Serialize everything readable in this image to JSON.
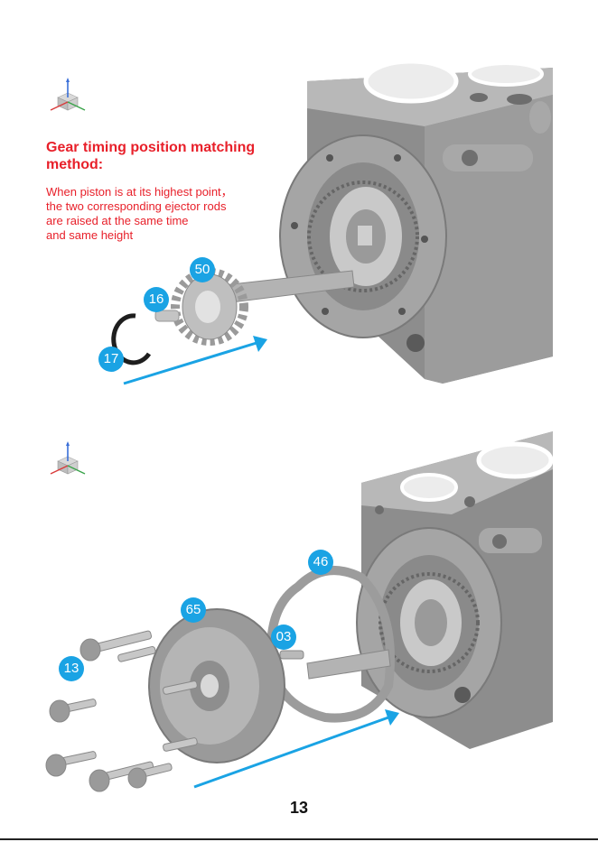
{
  "step1": {
    "title_line1": "Gear timing position matching",
    "title_line2": "method:",
    "desc_lines": [
      "When piston is at its highest point，",
      "the two corresponding ejector rods",
      "are raised at the same time",
      "and same height"
    ],
    "callouts": {
      "c50": "50",
      "c16": "16",
      "c17": "17"
    }
  },
  "step2": {
    "callouts": {
      "c46": "46",
      "c65": "65",
      "c03": "03",
      "c13": "13"
    }
  },
  "page_number": "13",
  "colors": {
    "accent_red": "#e8202a",
    "callout_blue": "#1aa3e4",
    "arrow_blue": "#1aa3e4"
  },
  "icons": [
    "axis-orientation-icon",
    "direction-arrow-icon"
  ]
}
